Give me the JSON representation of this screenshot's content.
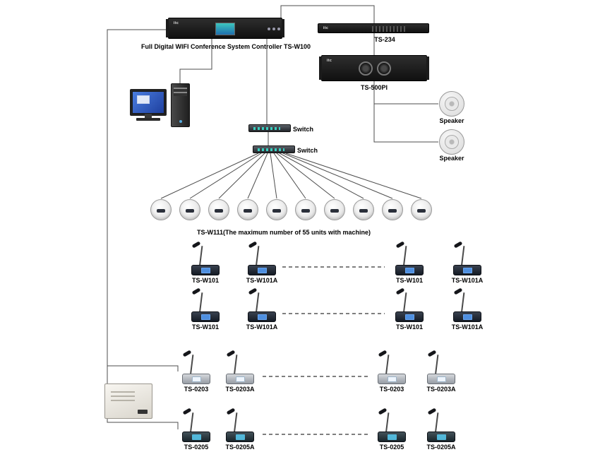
{
  "diagram": {
    "controller": {
      "brand": "itc",
      "label": "Full Digital WIFI Conference System Controller TS-W100"
    },
    "ts234": {
      "brand": "itc",
      "label": "TS-234"
    },
    "ts500pi": {
      "brand": "itc",
      "label": "TS-500PI"
    },
    "speaker1": {
      "label": "Speaker"
    },
    "speaker2": {
      "label": "Speaker"
    },
    "switch1": {
      "label": "Switch"
    },
    "switch2": {
      "label": "Switch"
    },
    "ap_caption": "TS-W111(The maximum number of 55 units with machine)",
    "ap_unit_count": 10
  },
  "mic_rows": [
    {
      "mics": [
        "TS-W101",
        "TS-W101A",
        "TS-W101",
        "TS-W101A"
      ]
    },
    {
      "mics": [
        "TS-W101",
        "TS-W101A",
        "TS-W101",
        "TS-W101A"
      ]
    },
    {
      "mics": [
        "TS-0203",
        "TS-0203A",
        "TS-0203",
        "TS-0203A"
      ]
    },
    {
      "mics": [
        "TS-0205",
        "TS-0205A",
        "TS-0205",
        "TS-0205A"
      ]
    }
  ]
}
